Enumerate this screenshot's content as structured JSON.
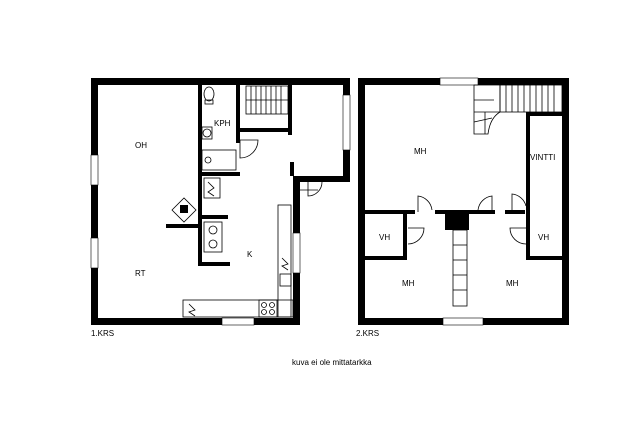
{
  "floor1": {
    "caption": "1.KRS",
    "rooms": {
      "oh": "OH",
      "kph": "KPH",
      "k": "K",
      "rt": "RT"
    }
  },
  "floor2": {
    "caption": "2.KRS",
    "rooms": {
      "mh_top": "MH",
      "vintti": "VINTTI",
      "vh_left": "VH",
      "vh_right": "VH",
      "mh_left": "MH",
      "mh_right": "MH"
    }
  },
  "note": "kuva ei ole mittatarkka"
}
